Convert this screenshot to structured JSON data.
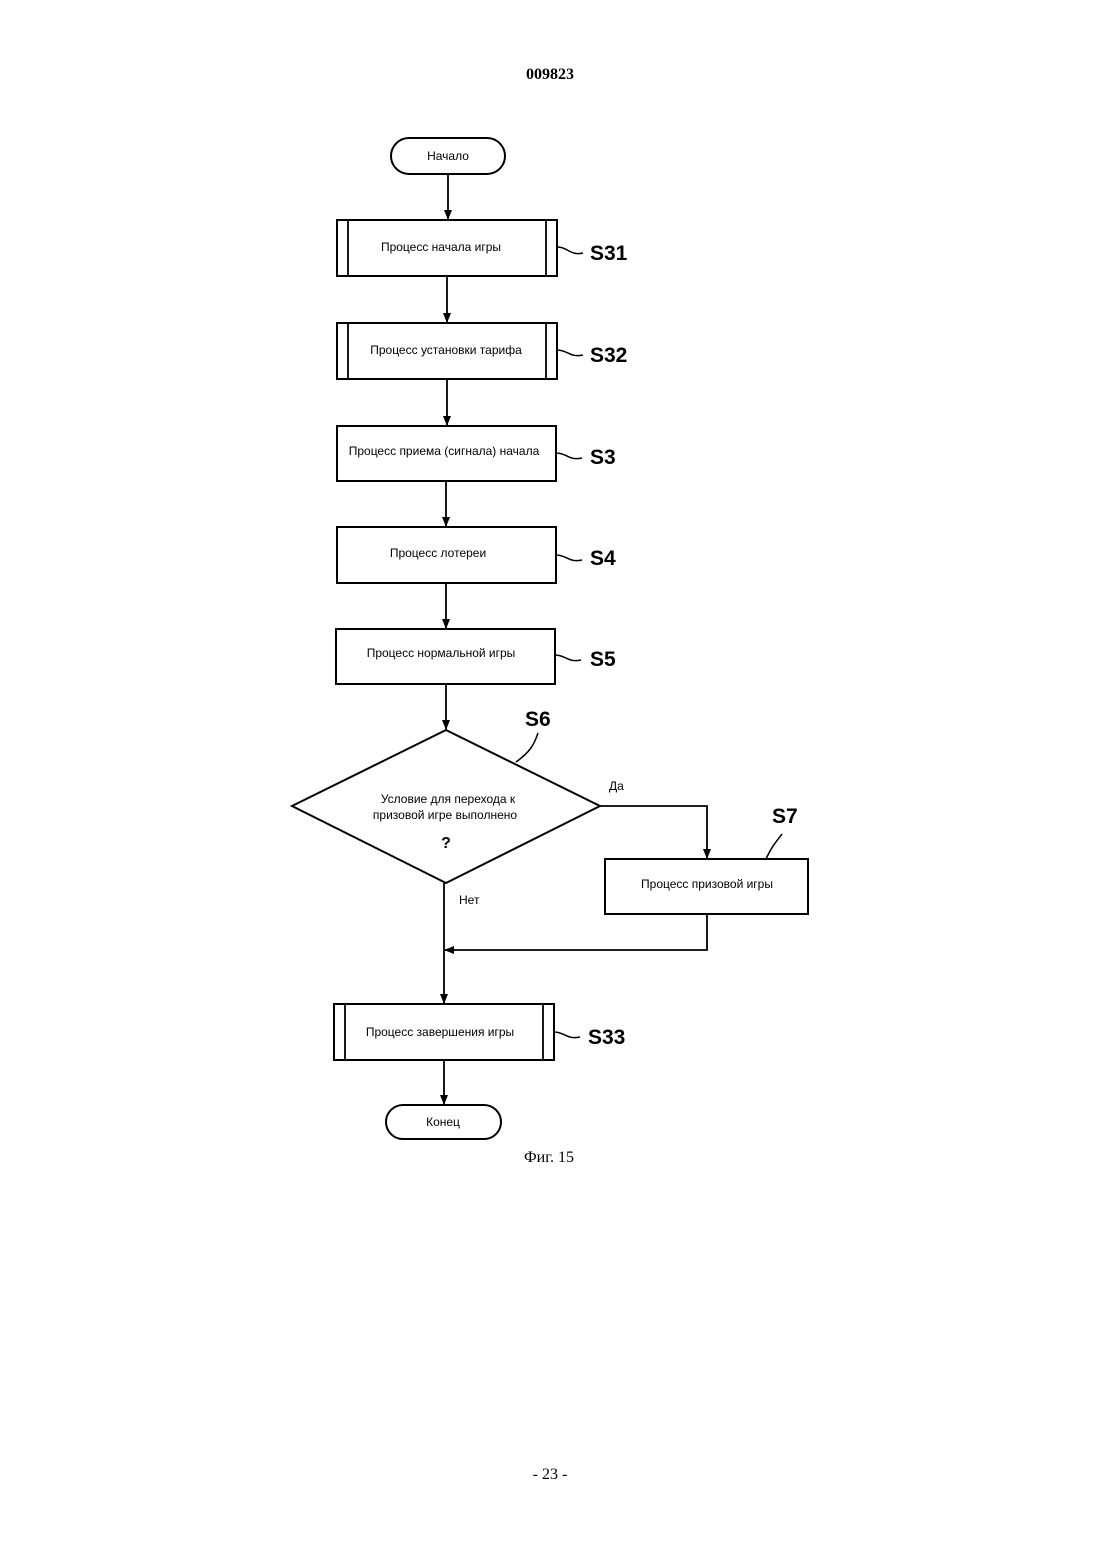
{
  "header": {
    "doc_number": "009823"
  },
  "footer": {
    "page_number": "- 23 -"
  },
  "figure": {
    "caption": "Фиг. 15",
    "start_label": "Начало",
    "end_label": "Конец",
    "steps": {
      "s31": {
        "label": "Процесс начала игры",
        "id": "S31"
      },
      "s32": {
        "label": "Процесс установки тарифа",
        "id": "S32"
      },
      "s3": {
        "label": "Процесс приема (сигнала) начала",
        "id": "S3"
      },
      "s4": {
        "label": "Процесс лотереи",
        "id": "S4"
      },
      "s5": {
        "label": "Процесс нормальной игры",
        "id": "S5"
      },
      "s7": {
        "label": "Процесс призовой игры",
        "id": "S7"
      },
      "s33": {
        "label": "Процесс завершения игры",
        "id": "S33"
      }
    },
    "decision": {
      "id": "S6",
      "line1": "Условие для перехода к",
      "line2": "призовой игре выполнено",
      "question_mark": "?",
      "yes_label": "Да",
      "no_label": "Нет"
    }
  }
}
